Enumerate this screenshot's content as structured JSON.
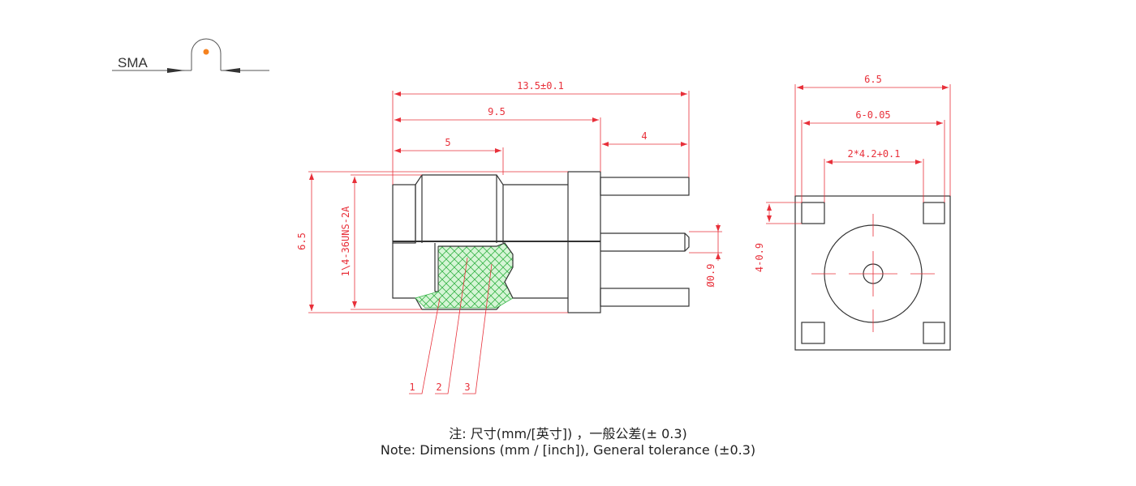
{
  "product_label": "SMA",
  "colors": {
    "outline": "#333333",
    "dimension": "#e8303a",
    "hatch": "#39b54a",
    "hatch_fill": "#d6f5d6",
    "marker": "#f5821f"
  },
  "side_view": {
    "dims": {
      "overall_length": "13.5±0.1",
      "body_length": "9.5",
      "thread_length": "5",
      "pin_length": "4",
      "height": "6.5",
      "thread": "1\\4-36UNS-2A",
      "pin_diameter": "Ø0.9"
    },
    "callouts": [
      "1",
      "2",
      "3"
    ]
  },
  "front_view": {
    "dims": {
      "width": "6.5",
      "pin_span": "6-0.05",
      "pin_pitch": "2*4.2+0.1",
      "pin_size": "4-0.9"
    }
  },
  "notes": {
    "cn": "注: 尺寸(mm/[英寸]) ，一般公差(± 0.3)",
    "en": "Note: Dimensions (mm / [inch]), General tolerance (±0.3)"
  }
}
